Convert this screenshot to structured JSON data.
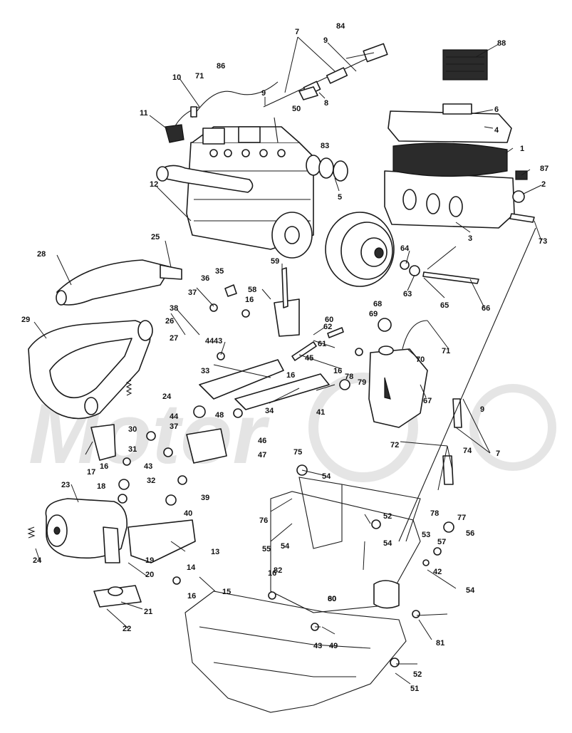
{
  "diagram": {
    "callouts": [
      "1",
      "2",
      "3",
      "4",
      "5",
      "6",
      "7",
      "7",
      "8",
      "9",
      "9",
      "9",
      "10",
      "11",
      "12",
      "13",
      "14",
      "15",
      "16",
      "16",
      "16",
      "16",
      "16",
      "16",
      "17",
      "18",
      "19",
      "20",
      "21",
      "22",
      "23",
      "24",
      "24",
      "25",
      "26",
      "27",
      "28",
      "29",
      "30",
      "31",
      "32",
      "33",
      "34",
      "35",
      "36",
      "37",
      "37",
      "38",
      "39",
      "40",
      "41",
      "42",
      "43",
      "43",
      "43",
      "44",
      "44",
      "45",
      "46",
      "47",
      "48",
      "49",
      "50",
      "51",
      "52",
      "52",
      "53",
      "54",
      "54",
      "54",
      "54",
      "55",
      "56",
      "57",
      "58",
      "59",
      "60",
      "60",
      "61",
      "62",
      "63",
      "64",
      "65",
      "66",
      "67",
      "68",
      "69",
      "70",
      "71",
      "71",
      "72",
      "73",
      "74",
      "75",
      "76",
      "77",
      "78",
      "78",
      "79",
      "80",
      "81",
      "82",
      "83",
      "84",
      "86",
      "87",
      "88"
    ]
  }
}
